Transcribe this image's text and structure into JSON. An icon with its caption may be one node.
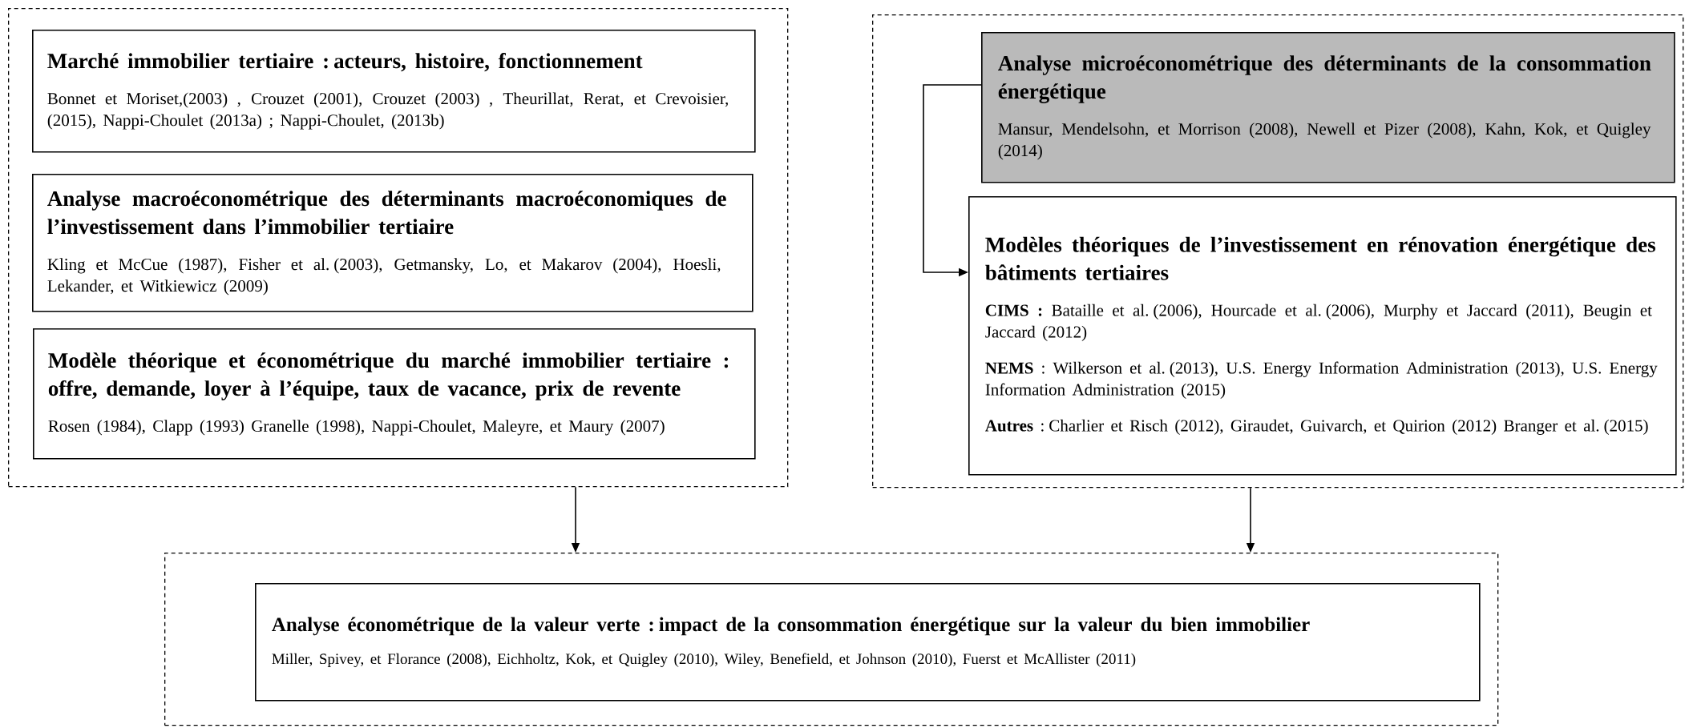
{
  "diagram": {
    "nodes": [
      {
        "text": [],
        "shape": "box"
      },
      {
        "text": [
          "Marché immobilier tertiaire : acteurs, histoire, fonctionnement",
          "Bonnet et Moriset,(2003) , Crouzet (2001), Crouzet (2003) , Theurillat, Rerat, et Crevoisier, (2015), Nappi-Choulet (2013a) ; Nappi-Choulet, (2013b)"
        ],
        "in": 0
      },
      {
        "text": [
          "Analyse macroéconométrique des déterminants macroéconomiques de l’investissement dans l’immobilier tertiaire",
          "Kling et McCue (1987), Fisher et al. (2003), Getmansky, Lo, et Makarov (2004), Hoesli, Lekander, et Witkiewicz (2009)"
        ],
        "in": 0
      },
      {
        "text": [
          "Modèle théorique et économétrique du marché immobilier tertiaire : offre, demande, loyer à l’équipe, taux de vacance, prix de revente",
          "Rosen (1984), Clapp (1993) Granelle (1998), Nappi-Choulet, Maleyre, et Maury (2007)"
        ],
        "in": 0
      },
      {
        "text": [],
        "shape": "box"
      },
      {
        "text": [
          "Analyse microéconométrique des déterminants de la consommation énergétique",
          "Mansur, Mendelsohn, et Morrison (2008), Newell et Pizer (2008), Kahn, Kok, et Quigley (2014)"
        ],
        "in": 4
      },
      {
        "text": [
          "Modèles théoriques de l’investissement en rénovation énergétique des bâtiments tertiaires",
          "**CIMS :** Bataille et al. (2006), Hourcade et al. (2006), Murphy et Jaccard (2011), Beugin et Jaccard (2012)",
          "**NEMS** : Wilkerson et al. (2013), U.S. Energy Information Administration (2013), U.S. Energy Information Administration (2015)",
          "**Autres** : Charlier et Risch (2012), Giraudet, Guivarch, et Quirion (2012) Branger et al. (2015)"
        ],
        "in": 4
      },
      {
        "text": [],
        "shape": "box"
      },
      {
        "text": [
          "Analyse économétrique de la valeur verte : impact de la consommation énergétique sur la valeur du bien immobilier",
          "Miller, Spivey, et Florance (2008), Eichholtz, Kok, et Quigley (2010), Wiley, Benefield, et Johnson (2010), Fuerst et McAllister (2011)"
        ],
        "in": 7
      }
    ],
    "edges": [
      {
        "from": 0,
        "to": 7,
        "arrow": "to"
      },
      {
        "from": 4,
        "to": 7,
        "arrow": "to"
      },
      {
        "from": 5,
        "to": 6,
        "arrow": "to"
      }
    ]
  }
}
